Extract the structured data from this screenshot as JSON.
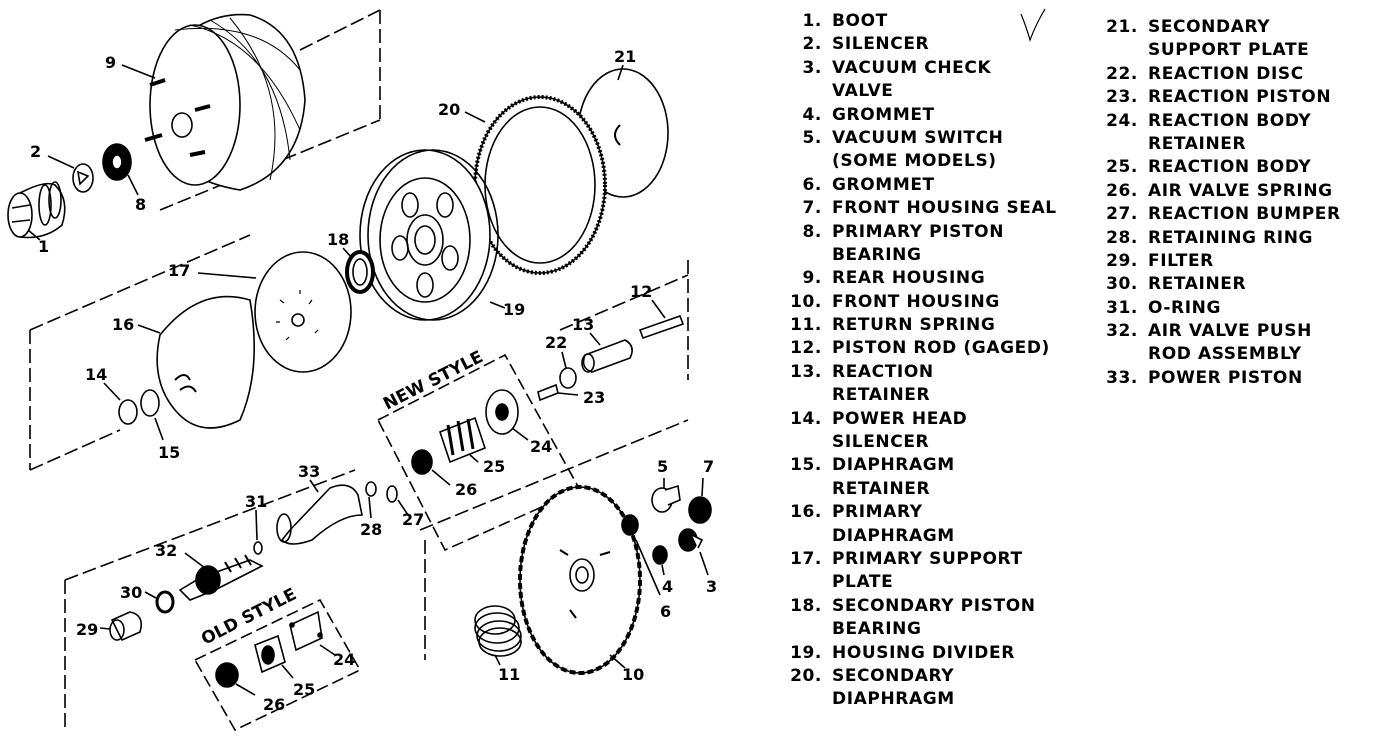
{
  "diagram": {
    "callouts": {
      "c1": "1",
      "c2": "2",
      "c3": "3",
      "c4": "4",
      "c5": "5",
      "c6": "6",
      "c7": "7",
      "c8": "8",
      "c9": "9",
      "c10": "10",
      "c11": "11",
      "c12": "12",
      "c13": "13",
      "c14": "14",
      "c15": "15",
      "c16": "16",
      "c17": "17",
      "c18": "18",
      "c19": "19",
      "c20": "20",
      "c21": "21",
      "c22": "22",
      "c23": "23",
      "c24n": "24",
      "c25n": "25",
      "c26n": "26",
      "c27": "27",
      "c28": "28",
      "c29": "29",
      "c30": "30",
      "c31": "31",
      "c32": "32",
      "c33": "33",
      "c24o": "24",
      "c25o": "25",
      "c26o": "26"
    },
    "new_style_label": "NEW STYLE",
    "old_style_label": "OLD STYLE"
  },
  "legend": {
    "left": [
      {
        "num": "1.",
        "lines": [
          "BOOT"
        ]
      },
      {
        "num": "2.",
        "lines": [
          "SILENCER"
        ]
      },
      {
        "num": "3.",
        "lines": [
          "VACUUM CHECK",
          "VALVE"
        ]
      },
      {
        "num": "4.",
        "lines": [
          "GROMMET"
        ]
      },
      {
        "num": "5.",
        "lines": [
          "VACUUM SWITCH",
          "(SOME MODELS)"
        ]
      },
      {
        "num": "6.",
        "lines": [
          "GROMMET"
        ]
      },
      {
        "num": "7.",
        "lines": [
          "FRONT HOUSING SEAL"
        ]
      },
      {
        "num": "8.",
        "lines": [
          "PRIMARY PISTON",
          "BEARING"
        ]
      },
      {
        "num": "9.",
        "lines": [
          "REAR HOUSING"
        ]
      },
      {
        "num": "10.",
        "lines": [
          "FRONT HOUSING"
        ]
      },
      {
        "num": "11.",
        "lines": [
          "RETURN SPRING"
        ]
      },
      {
        "num": "12.",
        "lines": [
          "PISTON ROD (GAGED)"
        ]
      },
      {
        "num": "13.",
        "lines": [
          "REACTION",
          "RETAINER"
        ]
      },
      {
        "num": "14.",
        "lines": [
          "POWER HEAD",
          "SILENCER"
        ]
      },
      {
        "num": "15.",
        "lines": [
          "DIAPHRAGM",
          "RETAINER"
        ]
      },
      {
        "num": "16.",
        "lines": [
          "PRIMARY",
          "DIAPHRAGM"
        ]
      },
      {
        "num": "17.",
        "lines": [
          "PRIMARY SUPPORT",
          "PLATE"
        ]
      },
      {
        "num": "18.",
        "lines": [
          "SECONDARY PISTON",
          "BEARING"
        ]
      },
      {
        "num": "19.",
        "lines": [
          "HOUSING DIVIDER"
        ]
      },
      {
        "num": "20.",
        "lines": [
          "SECONDARY",
          "DIAPHRAGM"
        ]
      }
    ],
    "right": [
      {
        "num": "21.",
        "lines": [
          "SECONDARY",
          "SUPPORT PLATE"
        ]
      },
      {
        "num": "22.",
        "lines": [
          "REACTION DISC"
        ]
      },
      {
        "num": "23.",
        "lines": [
          "REACTION PISTON"
        ]
      },
      {
        "num": "24.",
        "lines": [
          "REACTION BODY",
          "RETAINER"
        ]
      },
      {
        "num": "25.",
        "lines": [
          "REACTION BODY"
        ]
      },
      {
        "num": "26.",
        "lines": [
          "AIR VALVE SPRING"
        ]
      },
      {
        "num": "27.",
        "lines": [
          "REACTION BUMPER"
        ]
      },
      {
        "num": "28.",
        "lines": [
          "RETAINING RING"
        ]
      },
      {
        "num": "29.",
        "lines": [
          "FILTER"
        ]
      },
      {
        "num": "30.",
        "lines": [
          "RETAINER"
        ]
      },
      {
        "num": "31.",
        "lines": [
          "O-RING"
        ]
      },
      {
        "num": "32.",
        "lines": [
          "AIR VALVE PUSH",
          "ROD ASSEMBLY"
        ]
      },
      {
        "num": "33.",
        "lines": [
          "POWER PISTON"
        ]
      }
    ]
  }
}
